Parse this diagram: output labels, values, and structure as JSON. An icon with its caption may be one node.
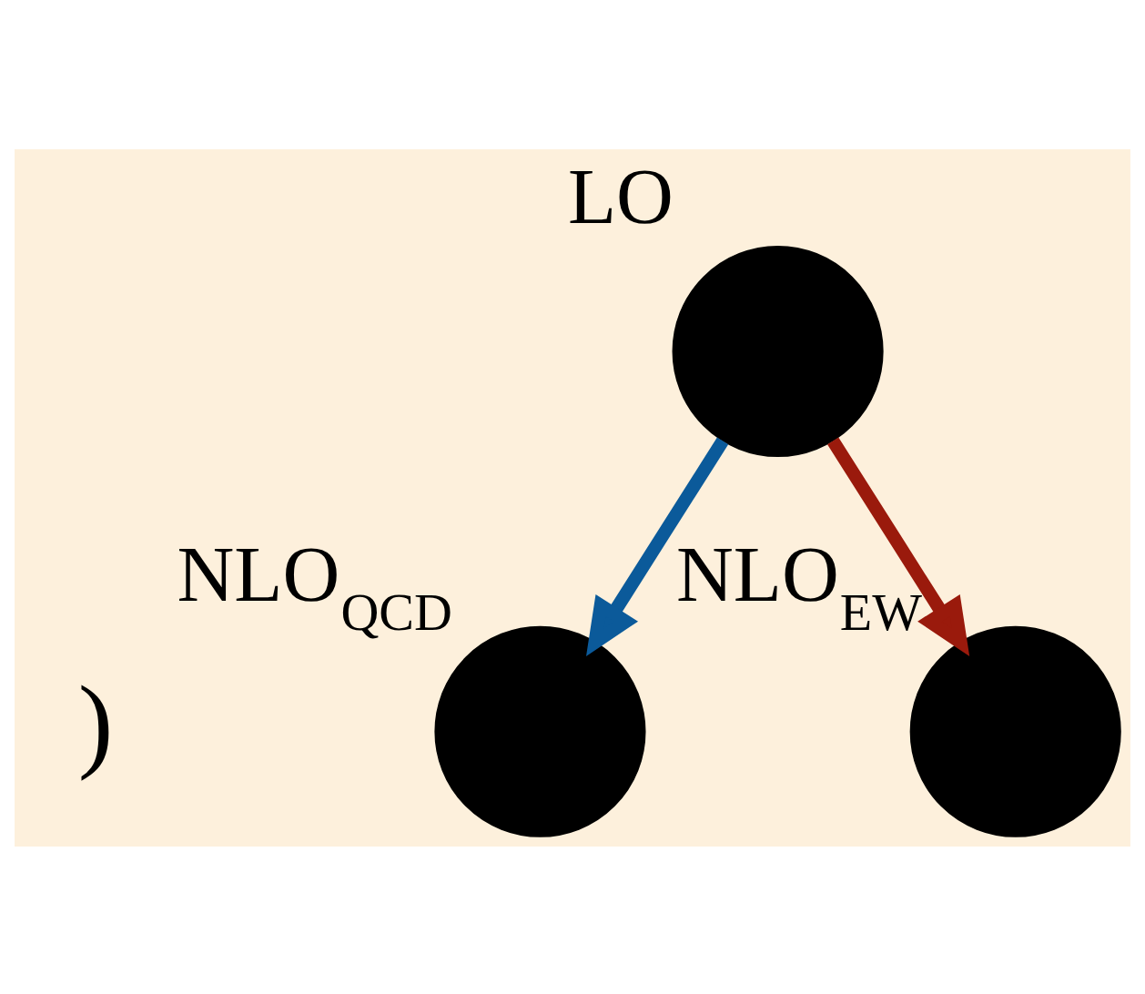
{
  "diagram": {
    "nodes": [
      {
        "text": [
          "LO"
        ]
      },
      {
        "text": [
          "NLO$_{QCD}$"
        ]
      },
      {
        "text": [
          "NLO$_{EW}$"
        ]
      }
    ],
    "edges": [
      {
        "from": 0,
        "to": 1,
        "arrow": "to",
        "color": "#0b5a9a"
      },
      {
        "from": 0,
        "to": 2,
        "arrow": "to",
        "color": "#9a1a0c"
      }
    ],
    "labels": [
      ")"
    ]
  }
}
